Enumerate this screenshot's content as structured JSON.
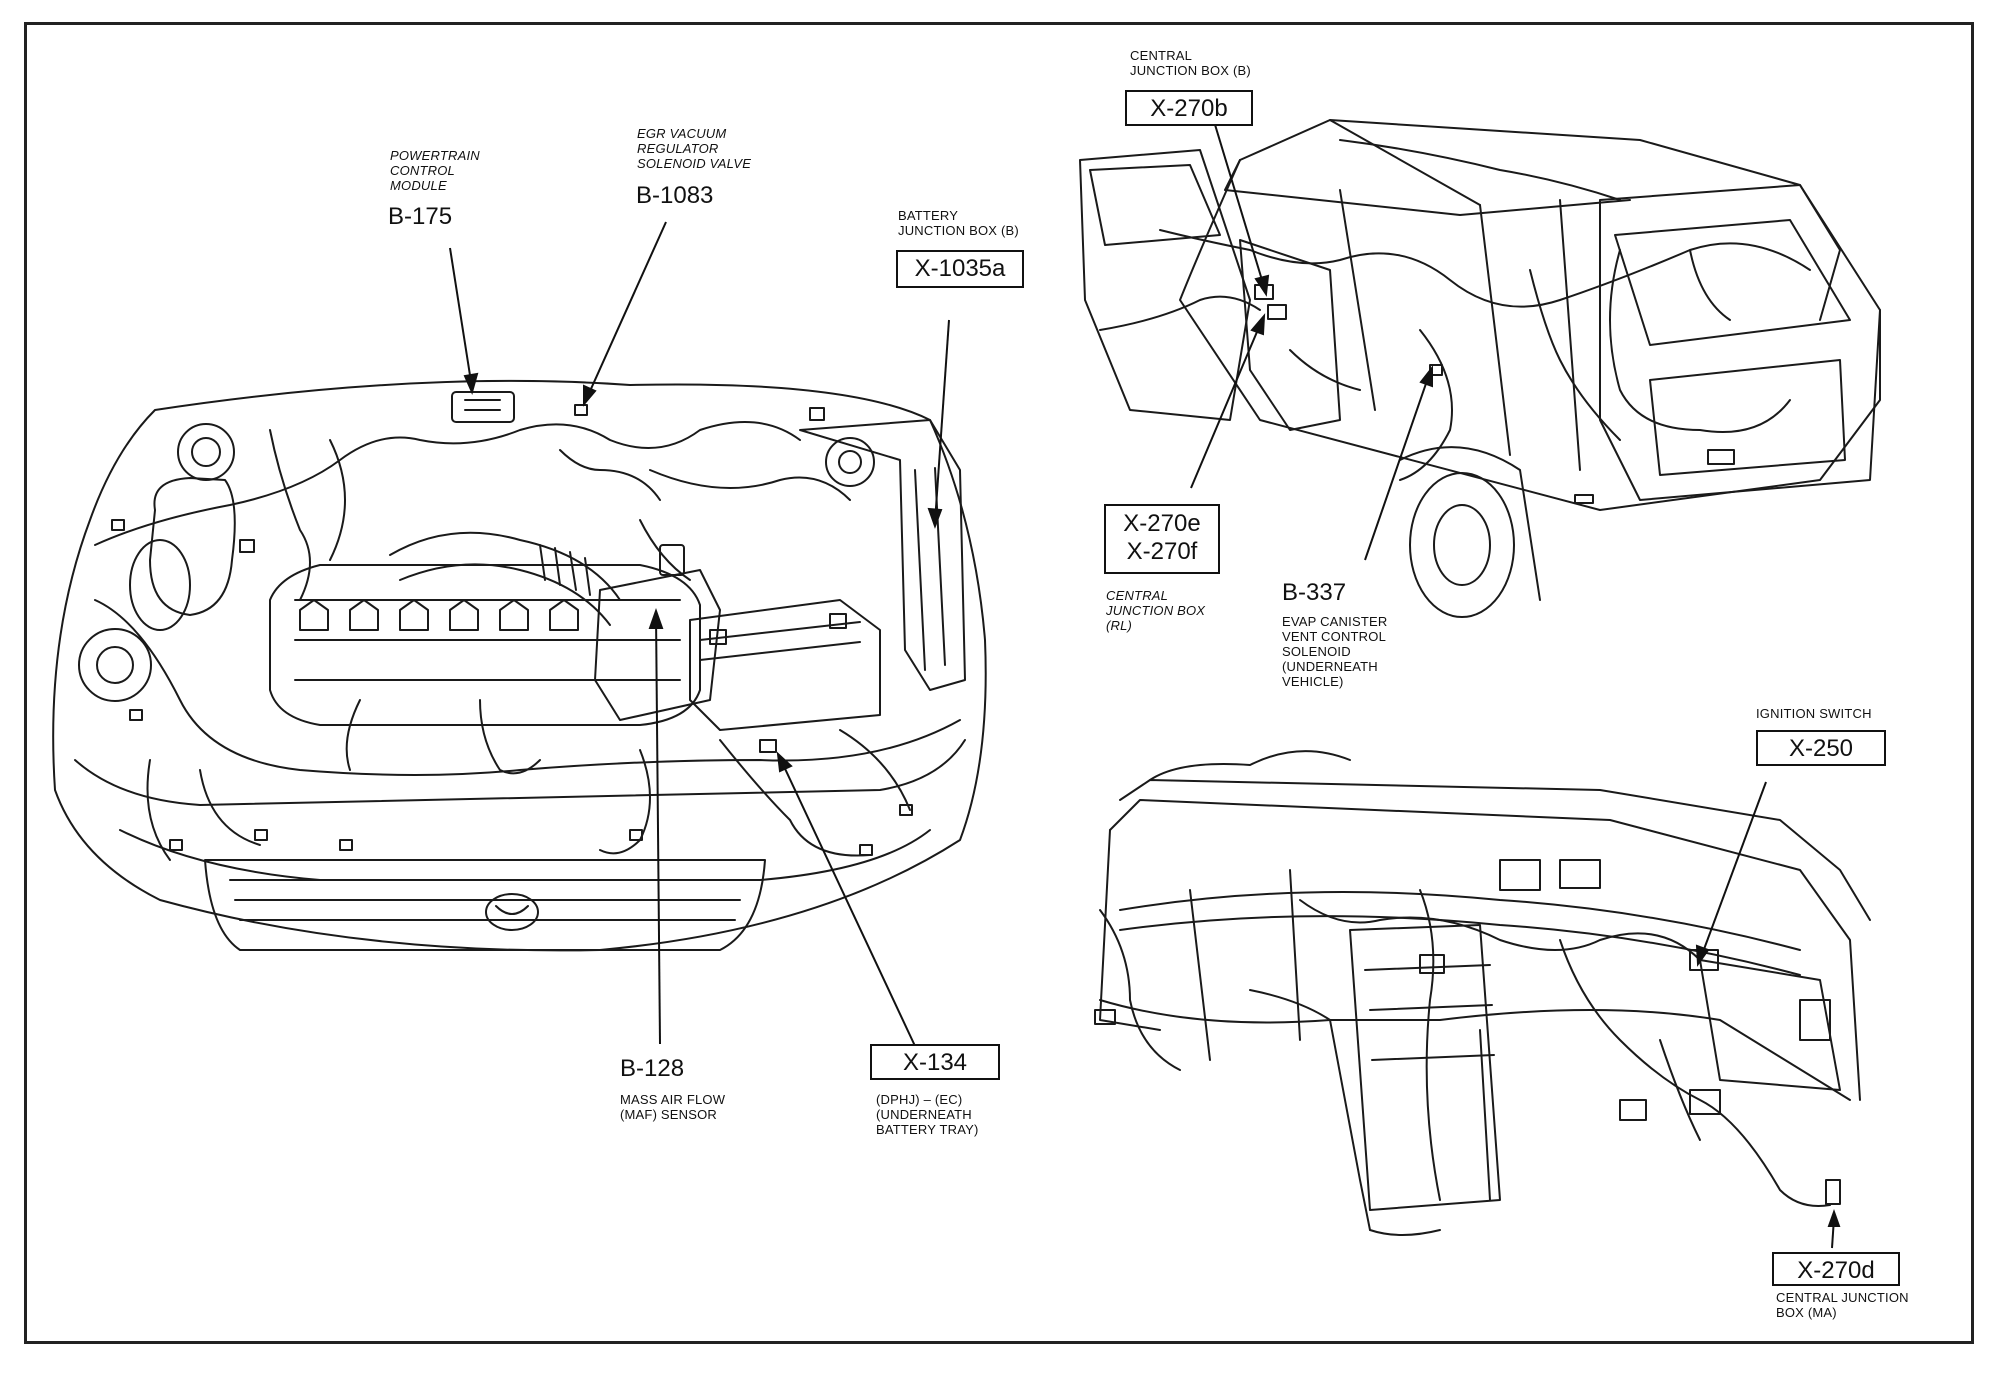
{
  "callouts": {
    "pcm": {
      "desc": [
        "POWERTRAIN",
        "CONTROL",
        "MODULE"
      ],
      "code": "B-175"
    },
    "egr": {
      "desc": [
        "EGR VACUUM",
        "REGULATOR",
        "SOLENOID VALVE"
      ],
      "code": "B-1083"
    },
    "battery_jb": {
      "desc": [
        "BATTERY",
        "JUNCTION BOX (B)"
      ],
      "code": "X-1035a"
    },
    "maf": {
      "code": "B-128",
      "desc": [
        "MASS AIR FLOW",
        "(MAF) SENSOR"
      ]
    },
    "x134": {
      "code": "X-134",
      "desc": [
        "(DPHJ) – (EC)",
        "(UNDERNEATH",
        "BATTERY TRAY)"
      ]
    },
    "cjb_b": {
      "desc": [
        "CENTRAL",
        "JUNCTION BOX (B)"
      ],
      "code": "X-270b"
    },
    "cjb_rl": {
      "codes": [
        "X-270e",
        "X-270f"
      ],
      "desc": [
        "CENTRAL",
        "JUNCTION BOX",
        "(RL)"
      ]
    },
    "evap": {
      "code": "B-337",
      "desc": [
        "EVAP CANISTER",
        "VENT CONTROL",
        "SOLENOID",
        "(UNDERNEATH",
        "VEHICLE)"
      ]
    },
    "ignition": {
      "desc": [
        "IGNITION SWITCH"
      ],
      "code": "X-250"
    },
    "cjb_ma": {
      "code": "X-270d",
      "desc": [
        "CENTRAL JUNCTION",
        "BOX (MA)"
      ]
    }
  }
}
